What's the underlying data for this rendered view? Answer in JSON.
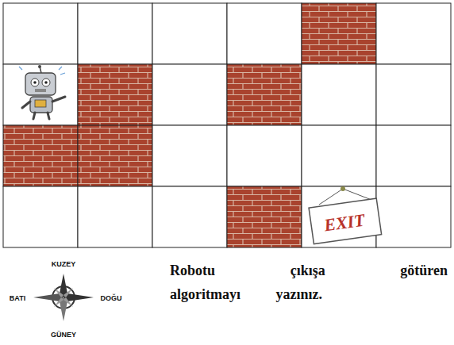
{
  "diagram": {
    "labels": [
      "EXIT",
      "KUZEY",
      "BATI",
      "DOĞU",
      "GÜNEY",
      "Robotu çıkışa götüren algoritmayı yazınız."
    ]
  }
}
